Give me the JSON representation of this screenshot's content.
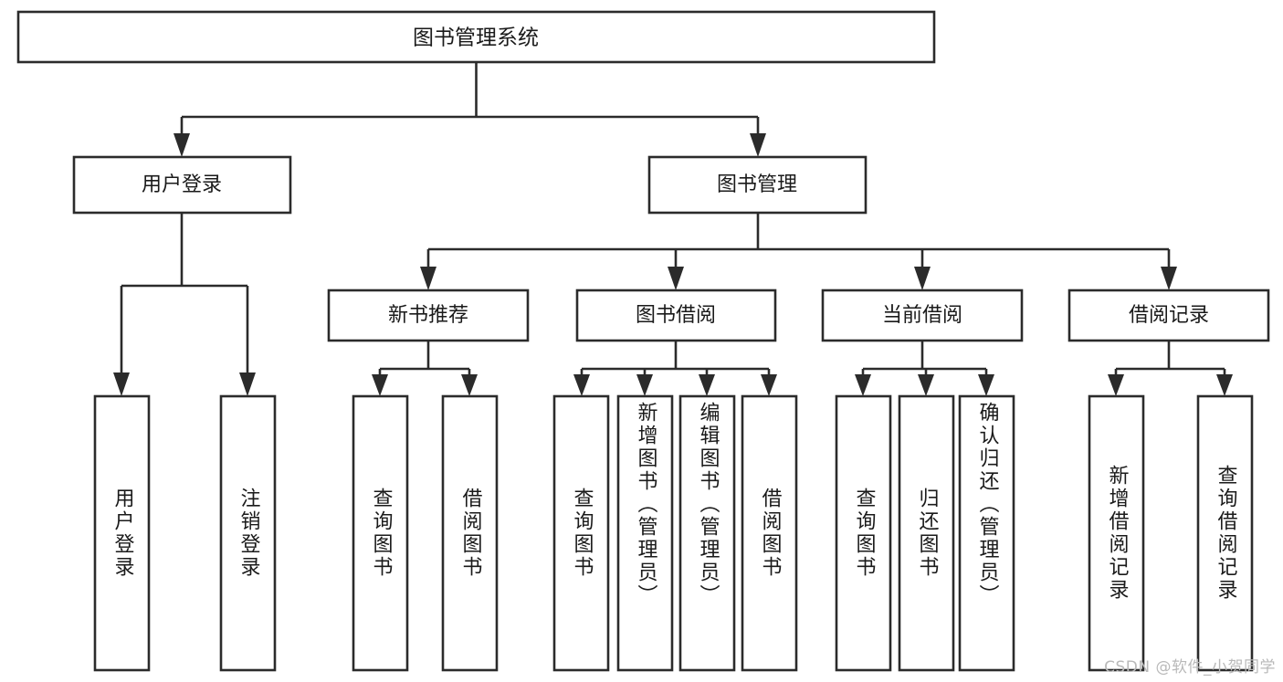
{
  "diagram": {
    "type": "hierarchy-tree",
    "title_node": {
      "id": "root",
      "label": "图书管理系统"
    },
    "level2": [
      {
        "id": "user-login",
        "label": "用户登录"
      },
      {
        "id": "book-manage",
        "label": "图书管理"
      }
    ],
    "level3": [
      {
        "id": "new-book-recommend",
        "label": "新书推荐",
        "parent": "book-manage"
      },
      {
        "id": "book-borrow",
        "label": "图书借阅",
        "parent": "book-manage"
      },
      {
        "id": "current-borrow",
        "label": "当前借阅",
        "parent": "book-manage"
      },
      {
        "id": "borrow-record",
        "label": "借阅记录",
        "parent": "book-manage"
      }
    ],
    "leaves": [
      {
        "id": "leaf-user-login",
        "label": "用户登录",
        "parent": "user-login"
      },
      {
        "id": "leaf-logout",
        "label": "注销登录",
        "parent": "user-login"
      },
      {
        "id": "leaf-query-book-1",
        "label": "查询图书",
        "parent": "new-book-recommend"
      },
      {
        "id": "leaf-borrow-book-1",
        "label": "借阅图书",
        "parent": "new-book-recommend"
      },
      {
        "id": "leaf-query-book-2",
        "label": "查询图书",
        "parent": "book-borrow"
      },
      {
        "id": "leaf-add-book",
        "label": "新增图书（管理员）",
        "parent": "book-borrow"
      },
      {
        "id": "leaf-edit-book",
        "label": "编辑图书（管理员）",
        "parent": "book-borrow"
      },
      {
        "id": "leaf-borrow-book-2",
        "label": "借阅图书",
        "parent": "book-borrow"
      },
      {
        "id": "leaf-query-book-3",
        "label": "查询图书",
        "parent": "current-borrow"
      },
      {
        "id": "leaf-return-book",
        "label": "归还图书",
        "parent": "current-borrow"
      },
      {
        "id": "leaf-confirm-return",
        "label": "确认归还（管理员）",
        "parent": "current-borrow"
      },
      {
        "id": "leaf-add-record",
        "label": "新增借阅记录",
        "parent": "borrow-record"
      },
      {
        "id": "leaf-query-record",
        "label": "查询借阅记录",
        "parent": "borrow-record"
      }
    ],
    "colors": {
      "stroke": "#2b2b2b",
      "box_fill": "#ffffff",
      "text": "#1a1a1a",
      "background": "#ffffff",
      "watermark": "#b9b9b9"
    }
  },
  "watermark": {
    "text": "CSDN @软件_小贺同学"
  }
}
